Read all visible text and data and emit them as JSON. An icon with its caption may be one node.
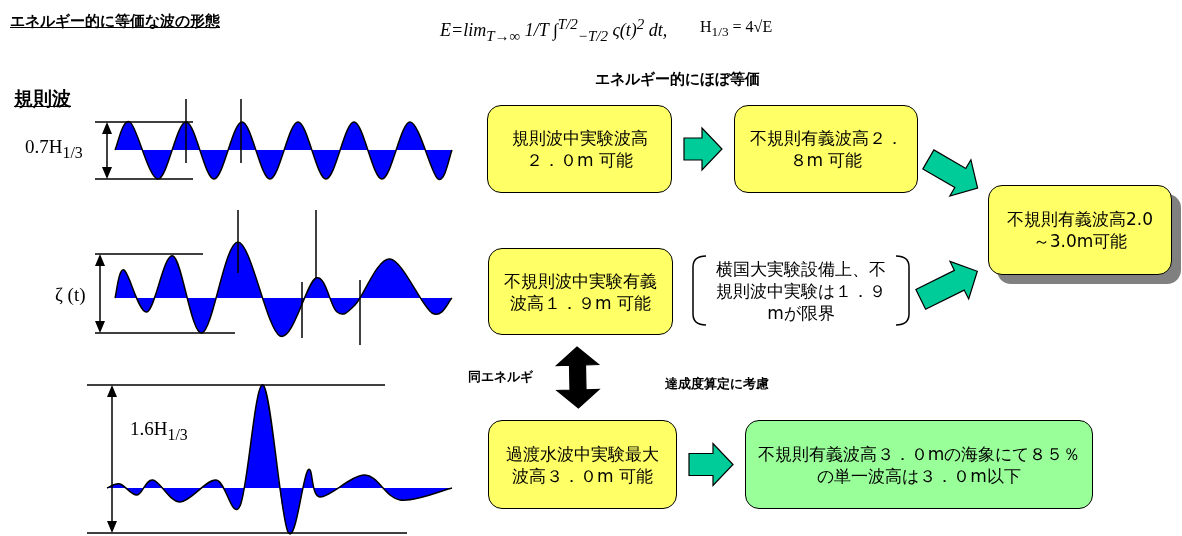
{
  "diagram": {
    "title": "エネルギー的に等価な波の形態",
    "nodes": [
      {
        "text": [
          "規則波中実験波高２．０m 可能"
        ]
      },
      {
        "text": [
          "不規則有義波高２．８m 可能"
        ]
      },
      {
        "text": [
          "不規則有義波高2.0～3.0m可能"
        ]
      },
      {
        "text": [
          "不規則波中実験有義波高１．９m 可能"
        ]
      },
      {
        "text": [
          "横国大実験設備上、不規則波中実験は１．９mが限界"
        ]
      },
      {
        "text": [
          "過渡水波中実験最大波高３．０m 可能"
        ]
      },
      {
        "text": [
          "不規則有義波高３．０mの海象にて８５％の単一波高は３．０m以下"
        ]
      }
    ],
    "edges": [
      {
        "from": 0,
        "to": 1,
        "arrow": "to"
      },
      {
        "from": 1,
        "to": 2,
        "arrow": "to"
      },
      {
        "from": 3,
        "to": 5,
        "arrow": "both",
        "label": "同エネルギ",
        "color": "#000000"
      },
      {
        "from": 4,
        "to": 2,
        "arrow": "to"
      },
      {
        "from": 5,
        "to": 6,
        "arrow": "to"
      }
    ],
    "labels": [
      "E=lim$_{T→∞}$ 1/T ∫$^{T/2}$$_{−T/2}$ ς(t)$^{2}$ dt,",
      "H$_{1/3}$ = 4√E",
      "エネルギー的にほぼ等価",
      "規則波",
      "0.7H$_{1/3}$",
      "ζ (t)",
      "1.6H$_{1/3}$",
      "達成度算定に考慮"
    ]
  }
}
